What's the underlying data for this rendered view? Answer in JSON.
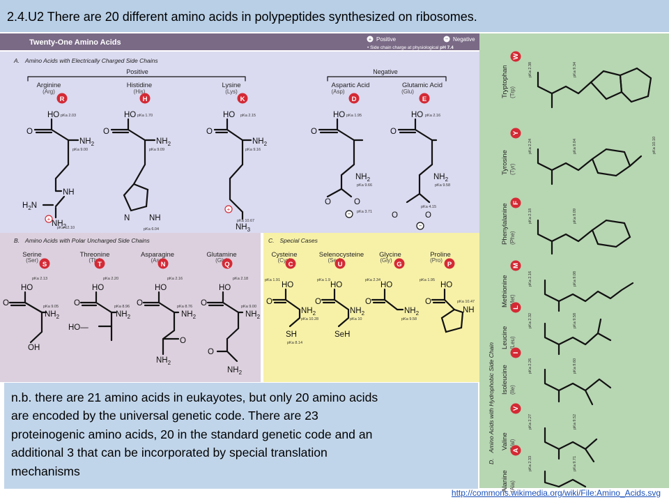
{
  "slide_title": "2.4.U2 There are 20 different amino acids in polypeptides synthesized on ribosomes.",
  "figure": {
    "title": "Twenty-One Amino Acids",
    "legend": {
      "positive": "Positive",
      "negative": "Negative",
      "note_prefix": "• Side chain charge at physiological ",
      "note_ph": "pH 7.4"
    },
    "panel_a": {
      "label": "A.",
      "title": "Amino Acids with Electrically Charged Side Chains",
      "positive_label": "Positive",
      "negative_label": "Negative"
    },
    "panel_b": {
      "label": "B.",
      "title": "Amino Acids with Polar Uncharged Side Chains"
    },
    "panel_c": {
      "label": "C.",
      "title": "Special Cases"
    },
    "panel_d": {
      "label": "D.",
      "title": "Amino Acids with Hydrophobic Side Chain"
    },
    "acids_a": [
      {
        "name": "Arginine",
        "abbr": "(Arg)",
        "code": "R",
        "pka1": "pKa 2.03",
        "pka2": "pKa 9.00",
        "pka3": "pKa 12.10"
      },
      {
        "name": "Histidine",
        "abbr": "(His)",
        "code": "H",
        "pka1": "pKa 1.70",
        "pka2": "pKa 9.09",
        "pka3": "pKa 6.04"
      },
      {
        "name": "Lysine",
        "abbr": "(Lys)",
        "code": "K",
        "pka1": "pKa 2.15",
        "pka2": "pKa 9.16",
        "pka3": "pKa 10.67"
      },
      {
        "name": "Aspartic Acid",
        "abbr": "(Asp)",
        "code": "D",
        "pka1": "pKa 1.95",
        "pka2": "pKa 9.66",
        "pka3": "pKa 3.71"
      },
      {
        "name": "Glutamic Acid",
        "abbr": "(Glu)",
        "code": "E",
        "pka1": "pKa 2.16",
        "pka2": "pKa 9.58",
        "pka3": "pKa 4.15"
      }
    ],
    "acids_b": [
      {
        "name": "Serine",
        "abbr": "(Ser)",
        "code": "S",
        "pka1": "pKa 2.13",
        "pka2": "pKa 9.05"
      },
      {
        "name": "Threonine",
        "abbr": "(Thr)",
        "code": "T",
        "pka1": "pKa 2.20",
        "pka2": "pKa 8.96"
      },
      {
        "name": "Asparagine",
        "abbr": "(Asn)",
        "code": "N",
        "pka1": "pKa 2.16",
        "pka2": "pKa 8.76"
      },
      {
        "name": "Glutamine",
        "abbr": "(Gln)",
        "code": "Q",
        "pka1": "pKa 2.18",
        "pka2": "pKa 9.00"
      }
    ],
    "acids_c": [
      {
        "name": "Cysteine",
        "abbr": "(Cys)",
        "code": "C",
        "pka1": "pKa 1.91",
        "pka2": "pKa 10.28",
        "pka3": "pKa 8.14"
      },
      {
        "name": "Selenocysteine",
        "abbr": "(Sec)",
        "code": "U",
        "pka1": "pKa 1.9",
        "pka2": "pKa 10"
      },
      {
        "name": "Glycine",
        "abbr": "(Gly)",
        "code": "G",
        "pka1": "pKa 2.34",
        "pka2": "pKa 9.58"
      },
      {
        "name": "Proline",
        "abbr": "(Pro)",
        "code": "P",
        "pka1": "pKa 1.95",
        "pka2": "pKa 10.47"
      }
    ],
    "acids_d": [
      {
        "name": "Tryptophan",
        "abbr": "(Trp)",
        "code": "W",
        "pka1": "pKa 2.38",
        "pka2": "pKa 9.34"
      },
      {
        "name": "Tyrosine",
        "abbr": "(Tyr)",
        "code": "Y",
        "pka1": "pKa 2.24",
        "pka2": "pKa 9.04",
        "pka3": "pKa 10.10"
      },
      {
        "name": "Phenylalanine",
        "abbr": "(Phe)",
        "code": "F",
        "pka1": "pKa 2.18",
        "pka2": "pKa 9.09"
      },
      {
        "name": "Methionine",
        "abbr": "(Met)",
        "code": "M",
        "pka1": "pKa 2.16",
        "pka2": "pKa 9.08"
      },
      {
        "name": "Leucine",
        "abbr": "(Leu)",
        "code": "L",
        "pka1": "pKa 2.32",
        "pka2": "pKa 9.58"
      },
      {
        "name": "Isoleucine",
        "abbr": "(Ile)",
        "code": "I",
        "pka1": "pKa 2.26",
        "pka2": "pKa 9.60"
      },
      {
        "name": "Valine",
        "abbr": "(Val)",
        "code": "V",
        "pka1": "pKa 2.27",
        "pka2": "pKa 9.52"
      },
      {
        "name": "Alanine",
        "abbr": "(Ala)",
        "code": "A",
        "pka1": "pKa 2.33",
        "pka2": "pKa 9.71"
      }
    ],
    "chem": {
      "ho": "HO",
      "o": "O",
      "nh2": "NH",
      "sub2": "2",
      "nh": "NH",
      "nh3": "NH",
      "sub3": "3",
      "h2n": "H",
      "n": "N",
      "oh": "OH",
      "sh": "SH",
      "seh": "SeH",
      "s": "S"
    }
  },
  "note_lines": [
    "n.b. there are 21 amino acids in eukayotes, but only 20 amino acids",
    "are encoded by the universal genetic code. There are 23",
    "proteinogenic amino acids, 20 in the standard genetic code and an",
    "additional 3 that can be incorporated by special translation",
    "mechanisms"
  ],
  "source_link": "http://commons.wikimedia.org/wiki/File:Amino_Acids.svg",
  "colors": {
    "title_bar": "#b8cfe6",
    "header_bar": "#7a6a86",
    "panel_a": "#dadaf0",
    "panel_b": "#dcd0de",
    "panel_c": "#f7f1a8",
    "panel_d": "#b7d6b2",
    "badge": "#d42a35",
    "note_box": "#c1d5ea"
  }
}
